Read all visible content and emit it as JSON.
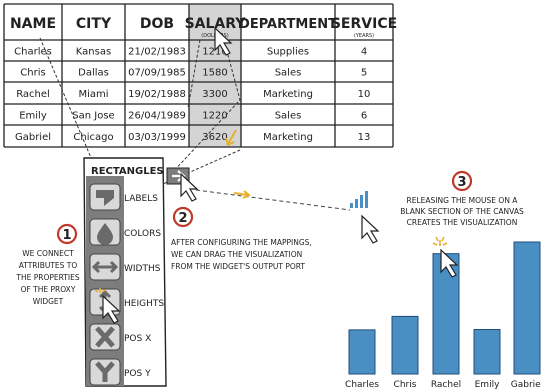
{
  "table": {
    "headers": [
      "NAME",
      "CITY",
      "DOB",
      "SALARY",
      "DEPARTMENT",
      "SERVICE"
    ],
    "salary_sub": "(DOLLARS)",
    "service_sub": "(YEARS)",
    "rows": [
      [
        "Charles",
        "Kansas",
        "21/02/1983",
        "1210",
        "Supplies",
        "4"
      ],
      [
        "Chris",
        "Dallas",
        "07/09/1985",
        "1580",
        "Sales",
        "5"
      ],
      [
        "Rachel",
        "Miami",
        "19/02/1988",
        "3300",
        "Marketing",
        "10"
      ],
      [
        "Emily",
        "San Jose",
        "26/04/1989",
        "1220",
        "Sales",
        "6"
      ],
      [
        "Gabriel",
        "Chicago",
        "03/03/1999",
        "3620",
        "Marketing",
        "13"
      ]
    ]
  },
  "widget": {
    "title": "RECTANGLES",
    "items": [
      {
        "label": "LABELS",
        "icon": "label-icon"
      },
      {
        "label": "COLORS",
        "icon": "color-drop-icon"
      },
      {
        "label": "WIDTHS",
        "icon": "width-arrows-icon"
      },
      {
        "label": "HEIGHTS",
        "icon": "height-arrows-icon"
      },
      {
        "label": "POS X",
        "icon": "x-icon"
      },
      {
        "label": "POS Y",
        "icon": "y-icon"
      }
    ]
  },
  "steps": [
    {
      "number": "1",
      "lines": [
        "WE CONNECT",
        "ATTRIBUTES TO",
        "THE PROPERTIES",
        "OF THE PROXY",
        "WIDGET"
      ]
    },
    {
      "number": "2",
      "lines": [
        "AFTER CONFIGURING THE MAPPINGS,",
        "WE CAN DRAG THE VISUALIZATION",
        "FROM THE WIDGET'S OUTPUT PORT"
      ]
    },
    {
      "number": "3",
      "lines": [
        "RELEASING THE MOUSE ON A",
        "BLANK SECTION OF THE CANVAS",
        "CREATES THE VISUALIZATION"
      ]
    }
  ],
  "colors": {
    "bar": "#4a8fc4",
    "step_circle": "#c0392b",
    "highlight": "#cfcfcf",
    "arrow": "#e8b12a"
  },
  "chart_data": {
    "type": "bar",
    "categories": [
      "Charles",
      "Chris",
      "Rachel",
      "Emily",
      "Gabriel"
    ],
    "values": [
      1210,
      1580,
      3300,
      1220,
      3620
    ],
    "ylim": [
      0,
      3620
    ]
  }
}
